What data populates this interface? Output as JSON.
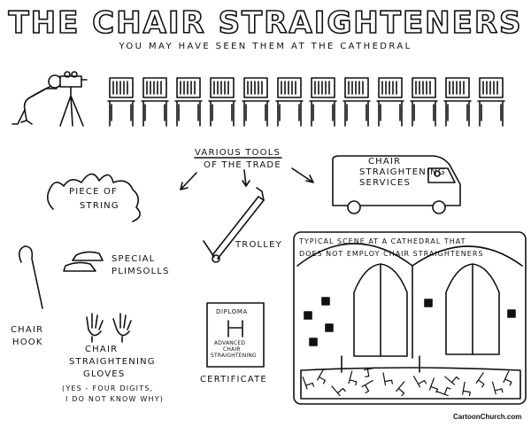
{
  "title": "THE CHAIR STRAIGHTENERS",
  "subtitle": "YOU MAY HAVE SEEN THEM AT THE CATHEDRAL",
  "tools_heading": [
    "VARIOUS TOOLS",
    "OF THE TRADE"
  ],
  "items": {
    "string": [
      "PIECE OF",
      "STRING"
    ],
    "trolley": "TROLLEY",
    "van": [
      "CHAIR",
      "STRAIGHTENING",
      "SERVICES"
    ],
    "hook": [
      "CHAIR",
      "HOOK"
    ],
    "plimsolls": [
      "SPECIAL",
      "PLIMSOLLS"
    ],
    "gloves": [
      "CHAIR",
      "STRAIGHTENING",
      "GLOVES"
    ],
    "gloves_note": [
      "(YES - FOUR DIGITS,",
      "I DO NOT KNOW WHY)"
    ],
    "certificate": "CERTIFICATE",
    "certificate_top": "DIPLOMA",
    "certificate_text": [
      "ADVANCED",
      "CHAIR",
      "STRAIGHTENING"
    ]
  },
  "scene_caption": [
    "TYPICAL SCENE AT A CATHEDRAL  THAT",
    "DOES NOT  EMPLOY  CHAIR  STRAIGHTENERS"
  ],
  "credit": "CartoonChurch.com",
  "chair_count": 12
}
